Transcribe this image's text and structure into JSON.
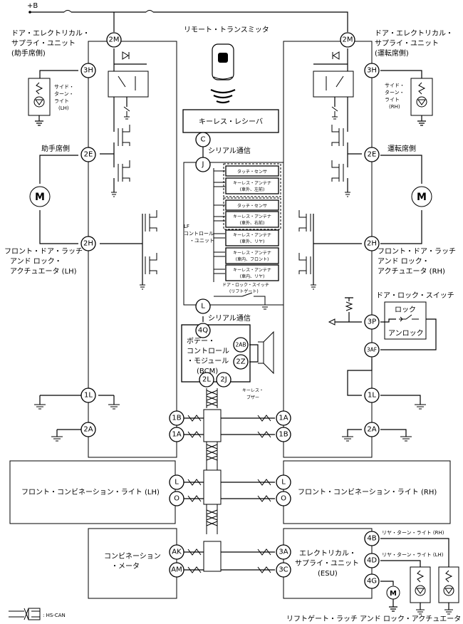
{
  "battery": "+B",
  "remote": "リモート・トランスミッタ",
  "receiver": "キーレス・レシーバ",
  "serial1": "シリアル通信",
  "serial2": "シリアル通信",
  "left_unit": {
    "line1": "ドア・エレクトリカル・",
    "line2": "サプライ・ユニット",
    "line3": "(助手席側)"
  },
  "right_unit": {
    "line1": "ドア・エレクトリカル・",
    "line2": "サプライ・ユニット",
    "line3": "(運転席側)"
  },
  "left_side_lamp": {
    "l1": "サイド・",
    "l2": "ターン・",
    "l3": "ライト",
    "l4": "(LH)"
  },
  "right_side_lamp": {
    "l1": "サイド・",
    "l2": "ターン・",
    "l3": "ライト",
    "l4": "(RH)"
  },
  "left_seat": "助手席側",
  "right_seat": "運転席側",
  "left_actuator": {
    "l1": "フロント・ドア・ラッチ",
    "l2": "アンド ロック・",
    "l3": "アクチュエータ (LH)"
  },
  "right_actuator": {
    "l1": "フロント・ドア・ラッチ",
    "l2": "アンド ロック・",
    "l3": "アクチュエータ (RH)"
  },
  "lf": {
    "l1": "LF",
    "l2": "コントロール",
    "l3": "・ユニット"
  },
  "touch1": "タッチ・センサ",
  "ant1": {
    "l1": "キーレス・アンテナ",
    "l2": "(車外、左前)"
  },
  "touch2": "タッチ・センサ",
  "ant2": {
    "l1": "キーレス・アンテナ",
    "l2": "(車外、右前)"
  },
  "ant3": {
    "l1": "キーレス・アンテナ",
    "l2": "(車外、リヤ)"
  },
  "ant4": {
    "l1": "キーレス・アンテナ",
    "l2": "(車内、フロント)"
  },
  "ant5": {
    "l1": "キーレス・アンテナ",
    "l2": "(車内、リヤ)"
  },
  "liftgate_sw": {
    "l1": "ドア・ロック・スイッチ",
    "l2": "(リフトゲート)"
  },
  "bcm": {
    "l1": "ボデー・",
    "l2": "コントロール",
    "l3": "・モジュール",
    "l4": "(BCM)"
  },
  "buzzer": {
    "l1": "キーレス・",
    "l2": "ブザー"
  },
  "lock_switch": {
    "title": "ドア・ロック・スイッチ",
    "lock": "ロック",
    "unlock": "アンロック"
  },
  "front_comb_lh": "フロント・コンビネーション・ライト (LH)",
  "front_comb_rh": "フロント・コンビネーション・ライト (RH)",
  "meter": {
    "l1": "コンビネーション",
    "l2": "・メータ"
  },
  "esu": {
    "l1": "エレクトリカル・",
    "l2": "サプライ・ユニット",
    "l3": "(ESU)"
  },
  "rear_rh": "リヤ・ターン・ライト (RH)",
  "rear_lh": "リヤ・ターン・ライト (LH)",
  "liftgate_act": "リフトゲート・ラッチ アンド ロック・アクチュエータ",
  "legend": ": HS-CAN",
  "pins": {
    "l2m": "2M",
    "l3h": "3H",
    "l2e": "2E",
    "l2h": "2H",
    "l1l": "1L",
    "l2a": "2A",
    "r2m": "2M",
    "r3h": "3H",
    "r2e": "2E",
    "r2h": "2H",
    "r3p": "3P",
    "r3af": "3AF",
    "r1l": "1L",
    "r2a": "2A",
    "c": "C",
    "j": "J",
    "l": "L",
    "q4": "4Q",
    "ab2": "2AB",
    "z2": "2Z",
    "l2": "2L",
    "j2": "2J",
    "b1l": "1B",
    "a1l": "1A",
    "a1r": "1A",
    "b1r": "1B",
    "fl_l": "L",
    "fl_o": "O",
    "fr_l": "L",
    "fr_o": "O",
    "ak": "AK",
    "am": "AM",
    "a3": "3A",
    "c3": "3C",
    "b4": "4B",
    "d4": "4D",
    "g4": "4G"
  }
}
